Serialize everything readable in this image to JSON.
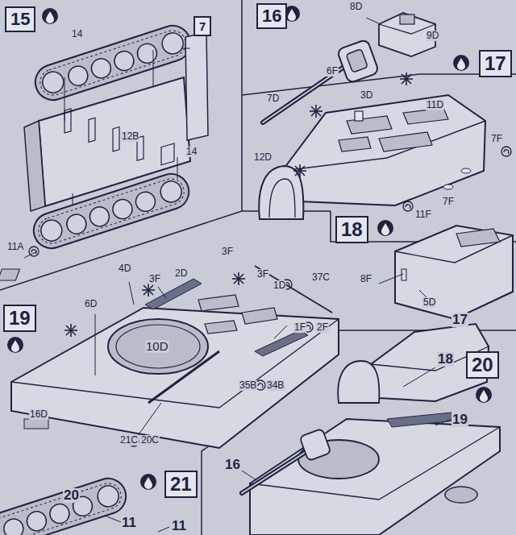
{
  "diagram": {
    "nodes": [
      {
        "text": [
          "15"
        ]
      },
      {
        "text": [
          "7"
        ]
      },
      {
        "text": [
          "16"
        ]
      },
      {
        "text": [
          "17"
        ]
      },
      {
        "text": [
          "18"
        ]
      },
      {
        "text": [
          "19"
        ]
      },
      {
        "text": [
          "20"
        ]
      },
      {
        "text": [
          "21"
        ]
      }
    ],
    "edges": [],
    "labels": [
      "14",
      "12B",
      "14",
      "11A",
      "8D",
      "9D",
      "6F",
      "7D",
      "3D",
      "11D",
      "12D",
      "7F",
      "7F",
      "11F",
      "8F",
      "5D",
      "17",
      "4D",
      "3F",
      "3F",
      "2D",
      "3F",
      "1D",
      "37C",
      "6D",
      "10D",
      "1F",
      "2F",
      "35B",
      "34B",
      "16D",
      "21C",
      "20C",
      "18",
      "19",
      "16",
      "20",
      "11",
      "11"
    ]
  }
}
